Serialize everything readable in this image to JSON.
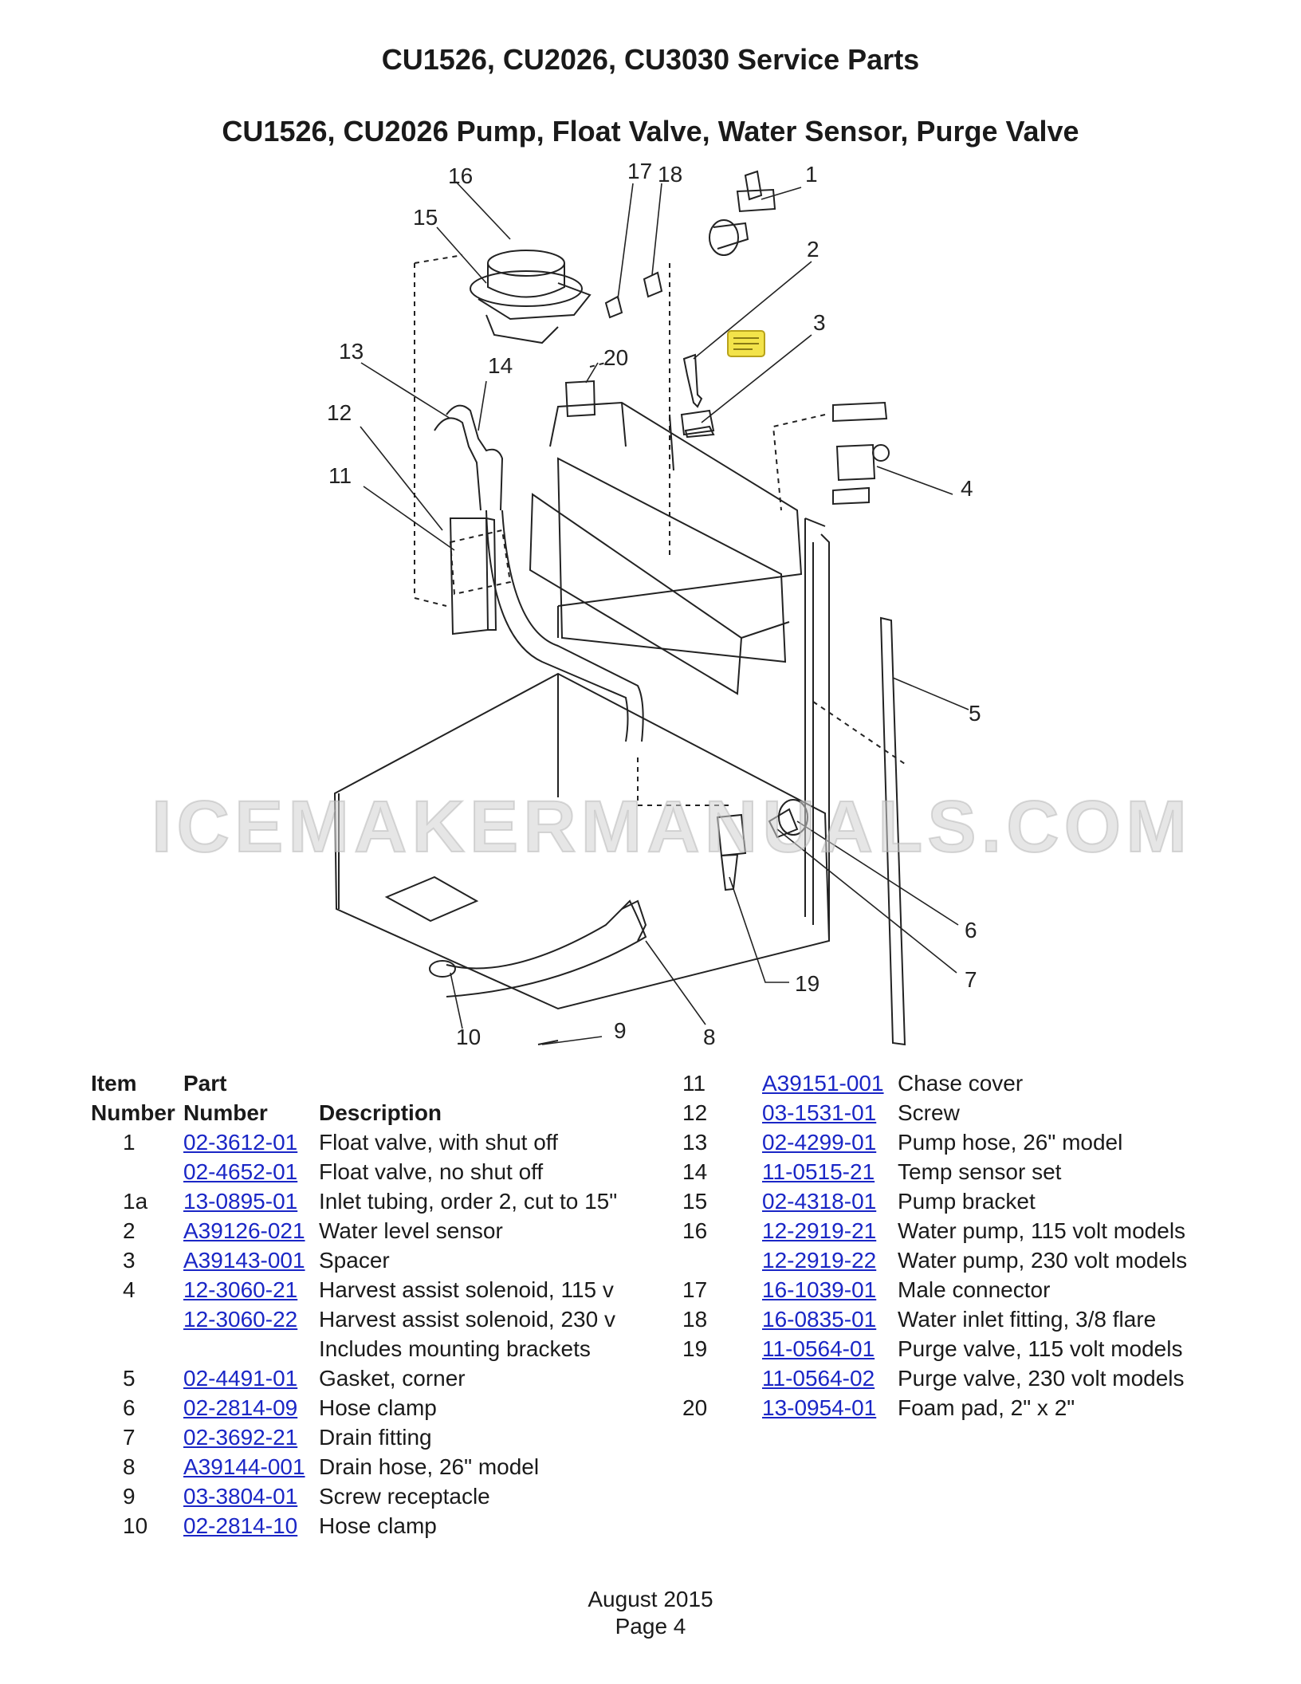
{
  "page": {
    "title": "CU1526, CU2026, CU3030 Service Parts",
    "subtitle": "CU1526, CU2026 Pump, Float Valve, Water Sensor, Purge Valve",
    "watermark": "ICEMAKERMANUALS.COM"
  },
  "diagram": {
    "callouts": [
      "16",
      "15",
      "17",
      "18",
      "1",
      "2",
      "3",
      "13",
      "14",
      "20",
      "12",
      "11",
      "4",
      "5",
      "6",
      "7",
      "19",
      "10",
      "9",
      "8"
    ]
  },
  "table_headers": {
    "item_line1": "Item",
    "item_line2": "Number",
    "part_line1": "Part",
    "part_line2": "Number",
    "description": "Description"
  },
  "parts_left": [
    {
      "item": "1",
      "part": "02-3612-01",
      "desc": "Float valve, with shut off"
    },
    {
      "item": "",
      "part": "02-4652-01",
      "desc": "Float valve, no shut off"
    },
    {
      "item": "1a",
      "part": "13-0895-01",
      "desc": "Inlet tubing, order 2, cut to 15\""
    },
    {
      "item": "2",
      "part": "A39126-021",
      "desc": "Water level sensor"
    },
    {
      "item": "3",
      "part": "A39143-001",
      "desc": "Spacer"
    },
    {
      "item": "4",
      "part": "12-3060-21",
      "desc": "Harvest assist solenoid, 115 v"
    },
    {
      "item": "",
      "part": "12-3060-22",
      "desc": "Harvest assist solenoid, 230 v"
    },
    {
      "item": "",
      "part": "",
      "desc": "Includes mounting brackets"
    },
    {
      "item": "5",
      "part": "02-4491-01",
      "desc": "Gasket, corner"
    },
    {
      "item": "6",
      "part": "02-2814-09",
      "desc": "Hose clamp"
    },
    {
      "item": "7",
      "part": "02-3692-21",
      "desc": "Drain fitting"
    },
    {
      "item": "8",
      "part": "A39144-001",
      "desc": "Drain hose, 26\" model"
    },
    {
      "item": "9",
      "part": "03-3804-01",
      "desc": "Screw receptacle"
    },
    {
      "item": "10",
      "part": "02-2814-10",
      "desc": "Hose clamp"
    }
  ],
  "parts_right": [
    {
      "item": "11",
      "part": "A39151-001",
      "desc": "Chase cover"
    },
    {
      "item": "12",
      "part": "03-1531-01",
      "desc": "Screw"
    },
    {
      "item": "13",
      "part": "02-4299-01",
      "desc": "Pump hose, 26\" model"
    },
    {
      "item": "14",
      "part": "11-0515-21",
      "desc": "Temp sensor set"
    },
    {
      "item": "15",
      "part": "02-4318-01",
      "desc": "Pump bracket"
    },
    {
      "item": "16",
      "part": "12-2919-21",
      "desc": "Water pump, 115 volt models"
    },
    {
      "item": "",
      "part": "12-2919-22",
      "desc": "Water pump, 230 volt models"
    },
    {
      "item": "17",
      "part": "16-1039-01",
      "desc": "Male connector"
    },
    {
      "item": "18",
      "part": "16-0835-01",
      "desc": "Water inlet fitting, 3/8 flare"
    },
    {
      "item": "19",
      "part": "11-0564-01",
      "desc": "Purge valve, 115 volt models"
    },
    {
      "item": "",
      "part": "11-0564-02",
      "desc": "Purge valve, 230 volt models"
    },
    {
      "item": "20",
      "part": "13-0954-01",
      "desc": "Foam pad, 2\" x 2\""
    }
  ],
  "footer": {
    "date": "August 2015",
    "page": "Page 4"
  },
  "colors": {
    "link": "#1a26c6",
    "note_icon": "#f3e34a"
  }
}
